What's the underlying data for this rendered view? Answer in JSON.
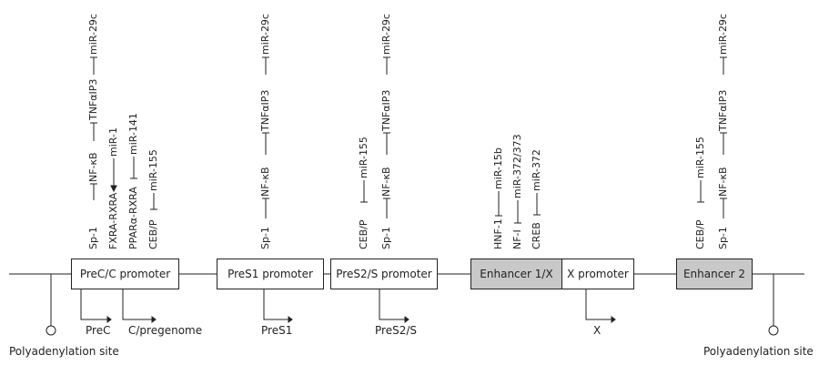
{
  "boxes": {
    "prec_c_promoter": "PreC/C promoter",
    "pres1_promoter": "PreS1 promoter",
    "pres2_s_promoter": "PreS2/S promoter",
    "enhancer_1_x": "Enhancer 1/X",
    "x_promoter": "X promoter",
    "enhancer_2": "Enhancer 2"
  },
  "transcripts": {
    "prec": "PreC",
    "c_pregenome": "C/pregenome",
    "pres1": "PreS1",
    "pres2_s": "PreS2/S",
    "x": "X"
  },
  "sites": {
    "polya_left": "Polyadenylation site",
    "polya_right": "Polyadenylation site"
  },
  "regulators": {
    "precc": {
      "sp1": "Sp-1",
      "nfkb": "NF-κB",
      "tnfaip3": "TNFαIP3",
      "mir29c": "miR-29c",
      "fxra_rxra": "FXRA-RXRA",
      "mir1": "miR-1",
      "ppara_rxra": "PPARα-RXRA",
      "mir141": "miR-141",
      "cebp": "CEB/P",
      "mir155": "miR-155"
    },
    "pres1": {
      "sp1": "Sp-1",
      "nfkb": "NF-κB",
      "tnfaip3": "TNFαIP3",
      "mir29c": "miR-29c"
    },
    "pres2": {
      "cebp": "CEB/P",
      "mir155": "miR-155",
      "sp1": "Sp-1",
      "nfkb": "NF-κB",
      "tnfaip3": "TNFαIP3",
      "mir29c": "miR-29c"
    },
    "enh1": {
      "hnf1": "HNF-1",
      "mir15b": "miR-15b",
      "nfi": "NF-I",
      "mir372_373": "miR-372/373",
      "creb": "CREB",
      "mir372": "miR-372"
    },
    "enh2": {
      "cebp": "CEB/P",
      "mir155": "miR-155",
      "sp1": "Sp-1",
      "nfkb": "NF-κB",
      "tnfaip3": "TNFαIP3",
      "mir29c": "miR-29c"
    }
  }
}
